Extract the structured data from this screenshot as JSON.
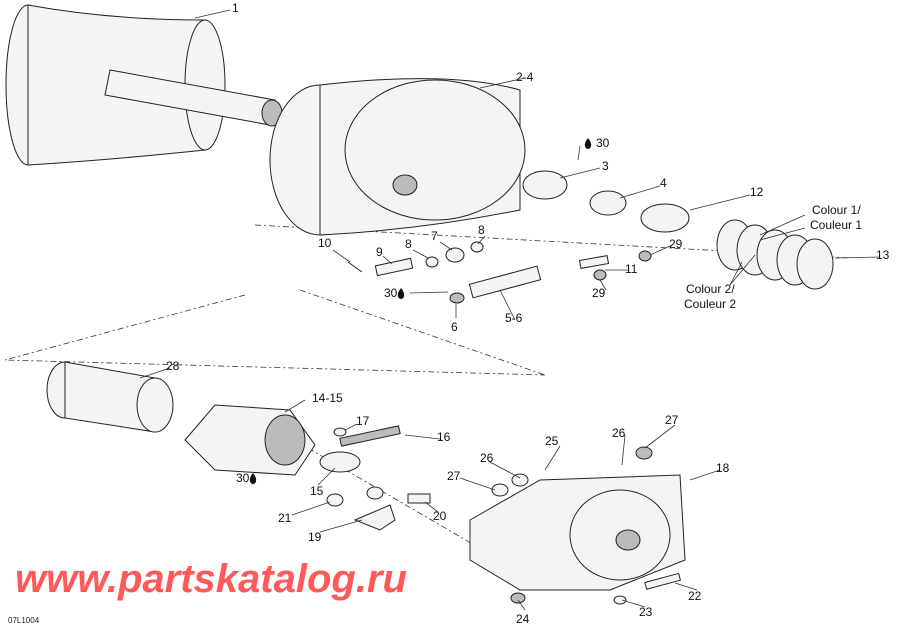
{
  "diagram": {
    "drawing_code": "07L1004",
    "watermark": "www.partskatalog.ru",
    "colors": {
      "watermark": "#ff3030",
      "line": "#222222"
    },
    "callouts": [
      "1",
      "2-4",
      "30",
      "3",
      "4",
      "12",
      "Colour 1/",
      "Couleur 1",
      "13",
      "10",
      "8",
      "8",
      "7",
      "9",
      "29",
      "11",
      "29",
      "30",
      "Colour 2/",
      "Couleur 2",
      "6",
      "5-6",
      "28",
      "14-15",
      "17",
      "16",
      "25",
      "26",
      "27",
      "26",
      "18",
      "27",
      "30",
      "15",
      "21",
      "20",
      "19",
      "22",
      "24",
      "23"
    ]
  }
}
